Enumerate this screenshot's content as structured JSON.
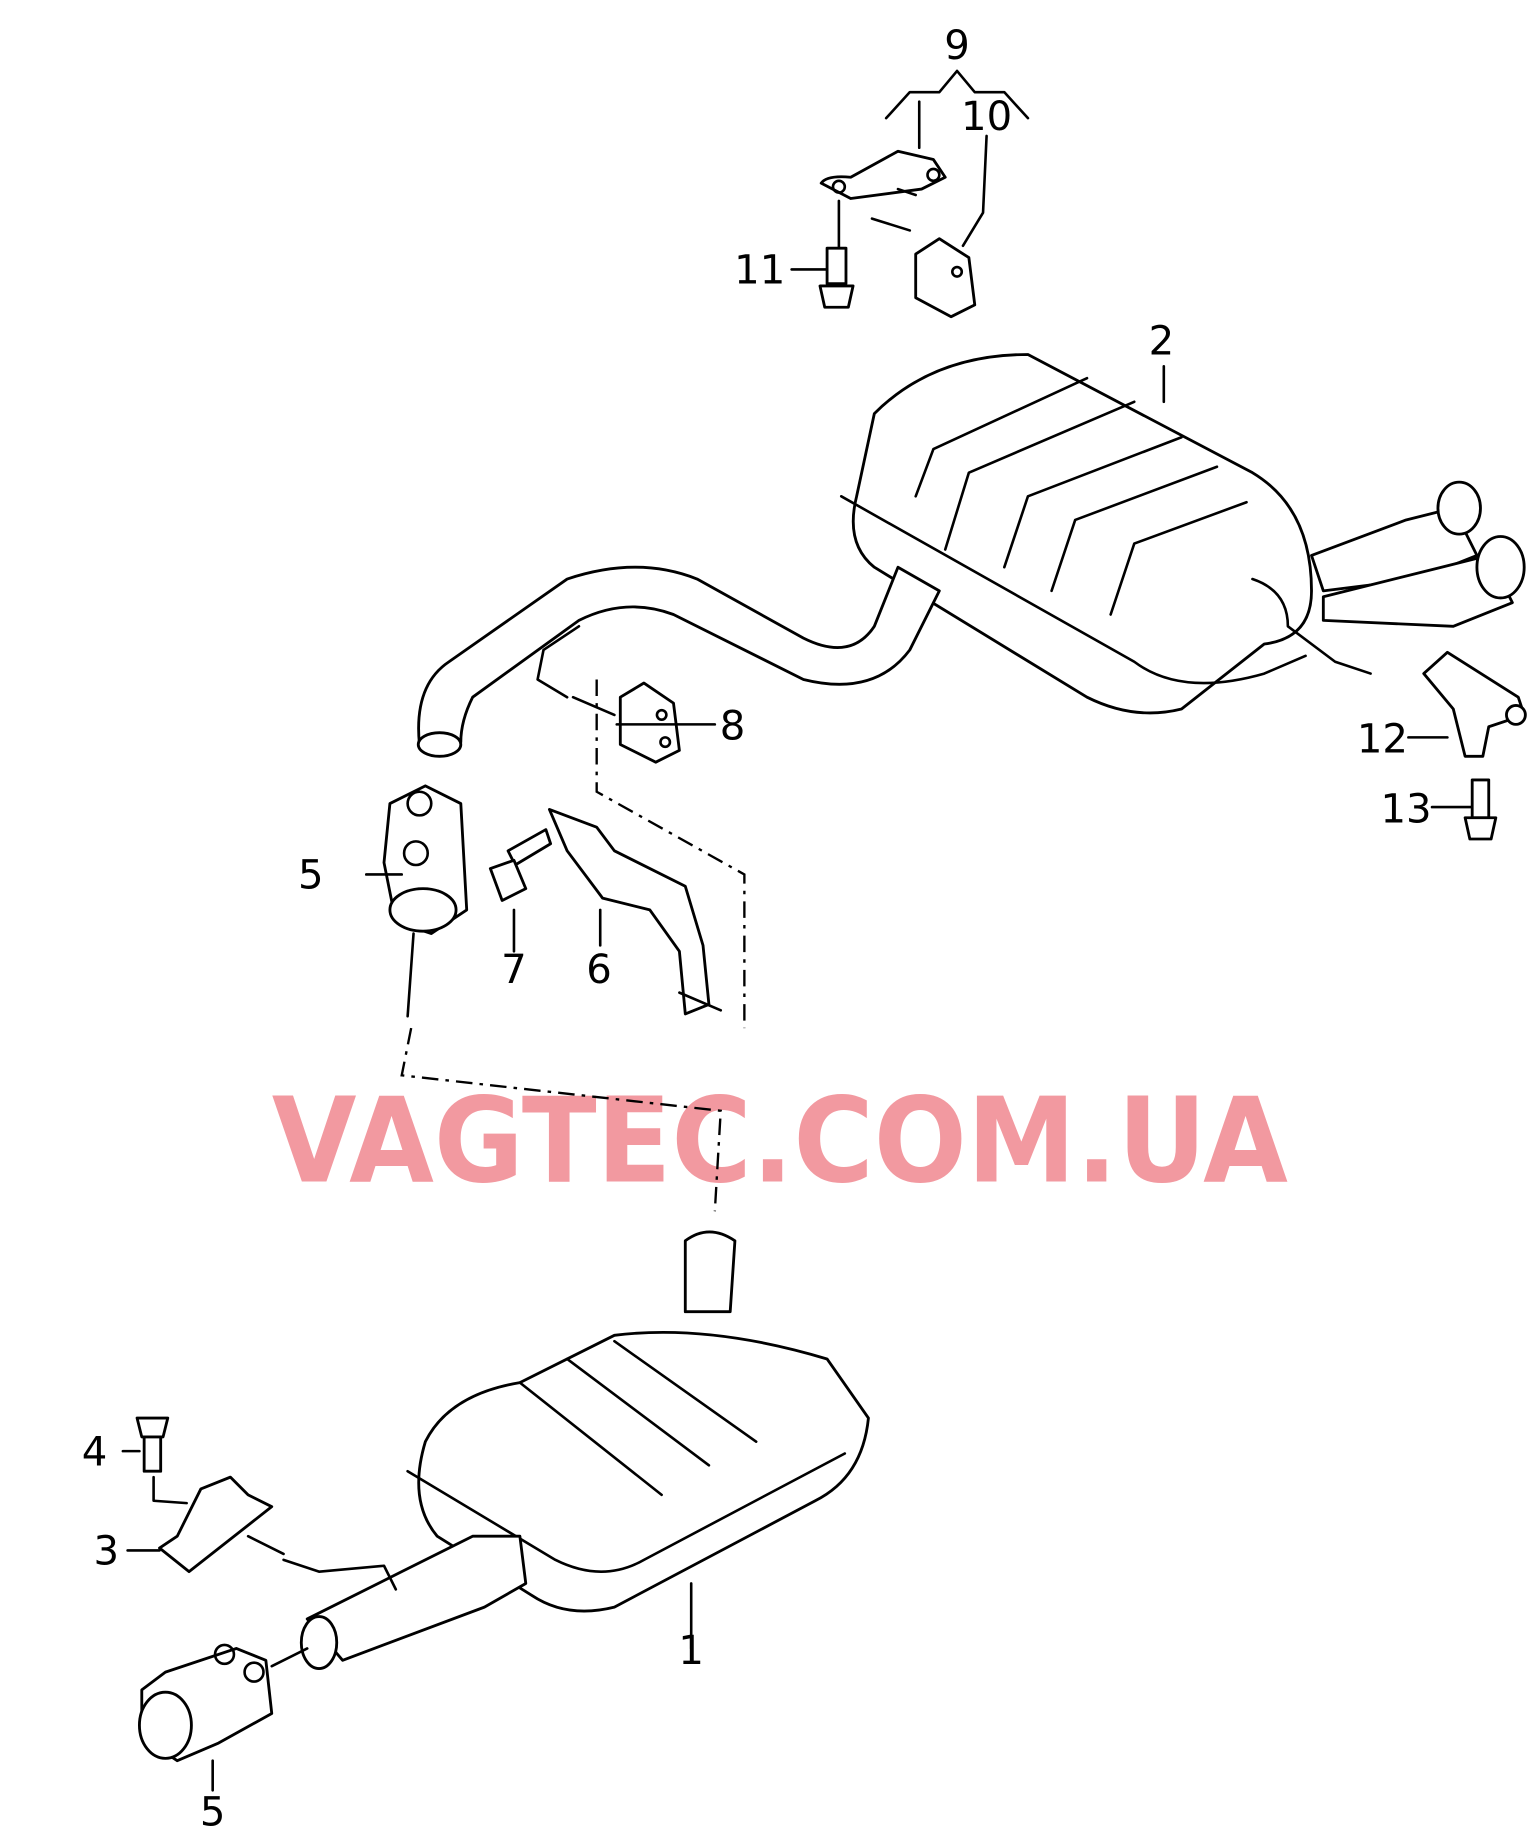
{
  "diagram": {
    "title": "Exhaust system rear section",
    "watermark": "VAGTEC.COM.UA",
    "callouts": {
      "c1": "1",
      "c2": "2",
      "c3": "3",
      "c4": "4",
      "c5a": "5",
      "c5b": "5",
      "c6": "6",
      "c7": "7",
      "c8": "8",
      "c9": "9",
      "c10": "10",
      "c11": "11",
      "c12": "12",
      "c13": "13"
    },
    "colors": {
      "line": "#000000",
      "watermark": "#f08890"
    }
  }
}
